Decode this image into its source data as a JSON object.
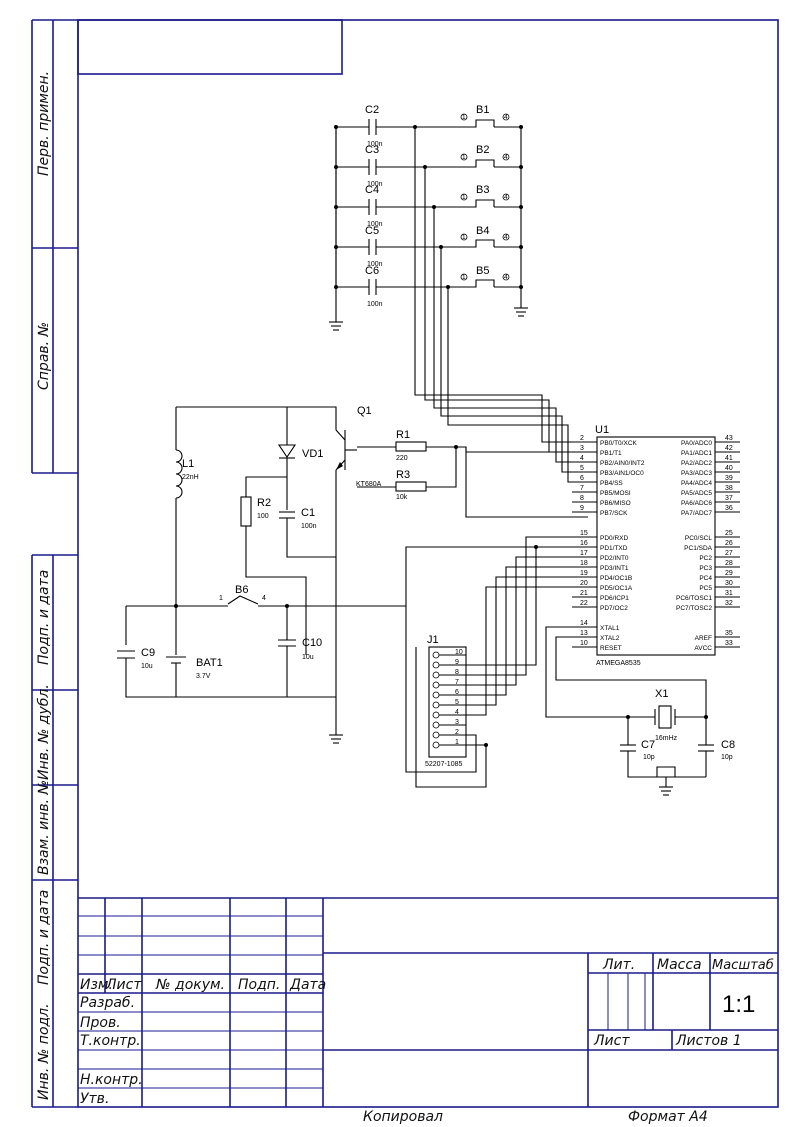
{
  "side_stamp": {
    "perv_primen": "Перв. примен.",
    "sprav_no": "Справ. №",
    "podp_data_1": "Подп. и дата",
    "inv_dubl": "Инв. № дубл.",
    "vzam_inv": "Взам. инв. №",
    "podp_data_2": "Подп. и дата",
    "inv_podl": "Инв. № подл."
  },
  "title_block": {
    "izm": "Изм.",
    "list": "Лист",
    "doc_no": "№ докум.",
    "podp": "Подп.",
    "data": "Дата",
    "razrab": "Разраб.",
    "prov": "Пров.",
    "tkontr": "Т.контр.",
    "nkontr": "Н.контр.",
    "utv": "Утв.",
    "lit": "Лит.",
    "massa": "Масса",
    "masshtab": "Масштаб",
    "scale": "1:1",
    "list2": "Лист",
    "listov": "Листов 1",
    "kopiroval": "Копировал",
    "format": "Формат A4"
  },
  "components": {
    "C2": "C2",
    "C3": "C3",
    "C4": "C4",
    "C5": "C5",
    "C6": "C6",
    "cap_val": "100n",
    "B1": "B1",
    "B2": "B2",
    "B3": "B3",
    "B4": "B4",
    "B5": "B5",
    "B6": "B6",
    "Q1": "Q1",
    "Q1_val": "KT680A",
    "R1": "R1",
    "R1_val": "220",
    "R3": "R3",
    "R3_val": "10k",
    "R2": "R2",
    "R2_val": "100",
    "VD1": "VD1",
    "L1": "L1",
    "L1_val": "22nH",
    "C1": "C1",
    "C1_val": "100n",
    "C9": "C9",
    "C9_val": "10u",
    "C10": "C10",
    "C10_val": "10u",
    "BAT1": "BAT1",
    "BAT1_val": "3.7V",
    "J1": "J1",
    "J1_val": "52207-1085",
    "X1": "X1",
    "X1_val": "16mHz",
    "C7": "C7",
    "C7_val": "10p",
    "C8": "C8",
    "C8_val": "10p",
    "U1": "U1",
    "U1_val": "ATMEGA8535",
    "sw_pin1": "1",
    "sw_pin4": "4"
  },
  "u1_left_pins": [
    {
      "num": "2",
      "name": "PB0/T0/XCK"
    },
    {
      "num": "3",
      "name": "PB1/T1"
    },
    {
      "num": "4",
      "name": "PB2/AIN0/INT2"
    },
    {
      "num": "5",
      "name": "PB3/AIN1/OC0"
    },
    {
      "num": "6",
      "name": "PB4/SS"
    },
    {
      "num": "7",
      "name": "PB5/MOSI"
    },
    {
      "num": "8",
      "name": "PB6/MISO"
    },
    {
      "num": "9",
      "name": "PB7/SCK"
    },
    {
      "num": "15",
      "name": "PD0/RXD"
    },
    {
      "num": "16",
      "name": "PD1/TXD"
    },
    {
      "num": "17",
      "name": "PD2/INT0"
    },
    {
      "num": "18",
      "name": "PD3/INT1"
    },
    {
      "num": "19",
      "name": "PD4/OC1B"
    },
    {
      "num": "20",
      "name": "PD5/OC1A"
    },
    {
      "num": "21",
      "name": "PD6/ICP1"
    },
    {
      "num": "22",
      "name": "PD7/OC2"
    },
    {
      "num": "14",
      "name": "XTAL1"
    },
    {
      "num": "13",
      "name": "XTAL2"
    },
    {
      "num": "10",
      "name": "RESET"
    }
  ],
  "u1_right_pins": [
    {
      "num": "43",
      "name": "PA0/ADC0"
    },
    {
      "num": "42",
      "name": "PA1/ADC1"
    },
    {
      "num": "41",
      "name": "PA2/ADC2"
    },
    {
      "num": "40",
      "name": "PA3/ADC3"
    },
    {
      "num": "39",
      "name": "PA4/ADC4"
    },
    {
      "num": "38",
      "name": "PA5/ADC5"
    },
    {
      "num": "37",
      "name": "PA6/ADC6"
    },
    {
      "num": "36",
      "name": "PA7/ADC7"
    },
    {
      "num": "25",
      "name": "PC0/SCL"
    },
    {
      "num": "26",
      "name": "PC1/SDA"
    },
    {
      "num": "27",
      "name": "PC2"
    },
    {
      "num": "28",
      "name": "PC3"
    },
    {
      "num": "29",
      "name": "PC4"
    },
    {
      "num": "30",
      "name": "PC5"
    },
    {
      "num": "31",
      "name": "PC6/TOSC1"
    },
    {
      "num": "32",
      "name": "PC7/TOSC2"
    },
    {
      "num": "35",
      "name": "AREF"
    },
    {
      "num": "33",
      "name": "AVCC"
    }
  ],
  "j1_pins": [
    "10",
    "9",
    "8",
    "7",
    "6",
    "5",
    "4",
    "3",
    "2",
    "1"
  ]
}
